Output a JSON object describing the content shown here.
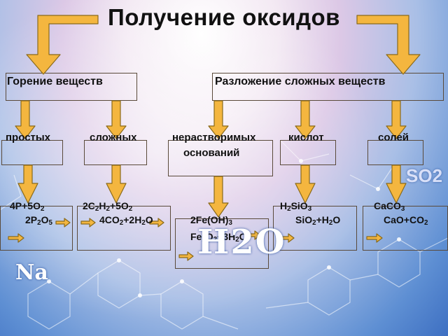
{
  "title": "Получение оксидов",
  "headings": {
    "left": "Горение веществ",
    "right": "Разложение сложных веществ"
  },
  "categories": {
    "simple": "простых",
    "complex": "сложных",
    "insoluble_bases_line1": "нерастворимых",
    "insoluble_bases_line2": "оснований",
    "acids": "кислот",
    "salts": "солей"
  },
  "equations": {
    "simple": {
      "reactants": [
        "4P+5O",
        "2"
      ],
      "products": [
        "2P",
        "2",
        "O",
        "5"
      ]
    },
    "complex": {
      "reactants": [
        "2C",
        "2",
        "H",
        "2",
        "+5O",
        "2"
      ],
      "products": [
        "4CO",
        "2",
        "+2H",
        "2",
        "O"
      ]
    },
    "bases": {
      "reactants": [
        "2Fe(OH)",
        "3"
      ],
      "products": [
        "Fe",
        "2",
        "O",
        "3",
        "+3H",
        "2",
        "O"
      ]
    },
    "acids": {
      "reactants": [
        "H",
        "2",
        "SiO",
        "3"
      ],
      "products": [
        "SiO",
        "2",
        "+H",
        "2",
        "O"
      ]
    },
    "salts": {
      "reactants": [
        "CaCO",
        "3"
      ],
      "products": [
        "CaO+CO",
        "2"
      ]
    }
  },
  "decorations": {
    "h2o": "H2O",
    "na": "Na",
    "so2": "SO2"
  },
  "colors": {
    "arrow_fill": "#f4b63f",
    "arrow_stroke": "#8a6a1a",
    "box_border": "#5a4a3a"
  }
}
